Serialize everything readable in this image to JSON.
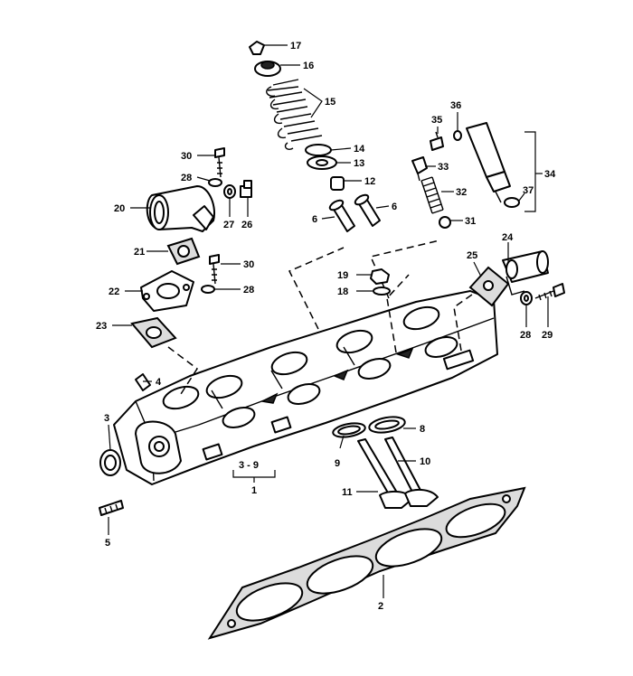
{
  "callouts": [
    {
      "id": "p17",
      "label": "17"
    },
    {
      "id": "p16",
      "label": "16"
    },
    {
      "id": "p15",
      "label": "15"
    },
    {
      "id": "p14",
      "label": "14"
    },
    {
      "id": "p13",
      "label": "13"
    },
    {
      "id": "p12",
      "label": "12"
    },
    {
      "id": "p6a",
      "label": "6"
    },
    {
      "id": "p6b",
      "label": "6"
    },
    {
      "id": "p30a",
      "label": "30"
    },
    {
      "id": "p28a",
      "label": "28"
    },
    {
      "id": "p20",
      "label": "20"
    },
    {
      "id": "p27",
      "label": "27"
    },
    {
      "id": "p26",
      "label": "26"
    },
    {
      "id": "p21",
      "label": "21"
    },
    {
      "id": "p30b",
      "label": "30"
    },
    {
      "id": "p22",
      "label": "22"
    },
    {
      "id": "p28b",
      "label": "28"
    },
    {
      "id": "p23",
      "label": "23"
    },
    {
      "id": "p35",
      "label": "35"
    },
    {
      "id": "p36",
      "label": "36"
    },
    {
      "id": "p33",
      "label": "33"
    },
    {
      "id": "p34",
      "label": "34"
    },
    {
      "id": "p32",
      "label": "32"
    },
    {
      "id": "p37",
      "label": "37"
    },
    {
      "id": "p31",
      "label": "31"
    },
    {
      "id": "p24",
      "label": "24"
    },
    {
      "id": "p25",
      "label": "25"
    },
    {
      "id": "p19",
      "label": "19"
    },
    {
      "id": "p18",
      "label": "18"
    },
    {
      "id": "p28c",
      "label": "28"
    },
    {
      "id": "p29",
      "label": "29"
    },
    {
      "id": "p4",
      "label": "4"
    },
    {
      "id": "p3",
      "label": "3"
    },
    {
      "id": "p8",
      "label": "8"
    },
    {
      "id": "p9",
      "label": "9"
    },
    {
      "id": "p10",
      "label": "10"
    },
    {
      "id": "p39",
      "label": "3 - 9"
    },
    {
      "id": "p1",
      "label": "1"
    },
    {
      "id": "p11",
      "label": "11"
    },
    {
      "id": "p5",
      "label": "5"
    },
    {
      "id": "p2",
      "label": "2"
    }
  ]
}
